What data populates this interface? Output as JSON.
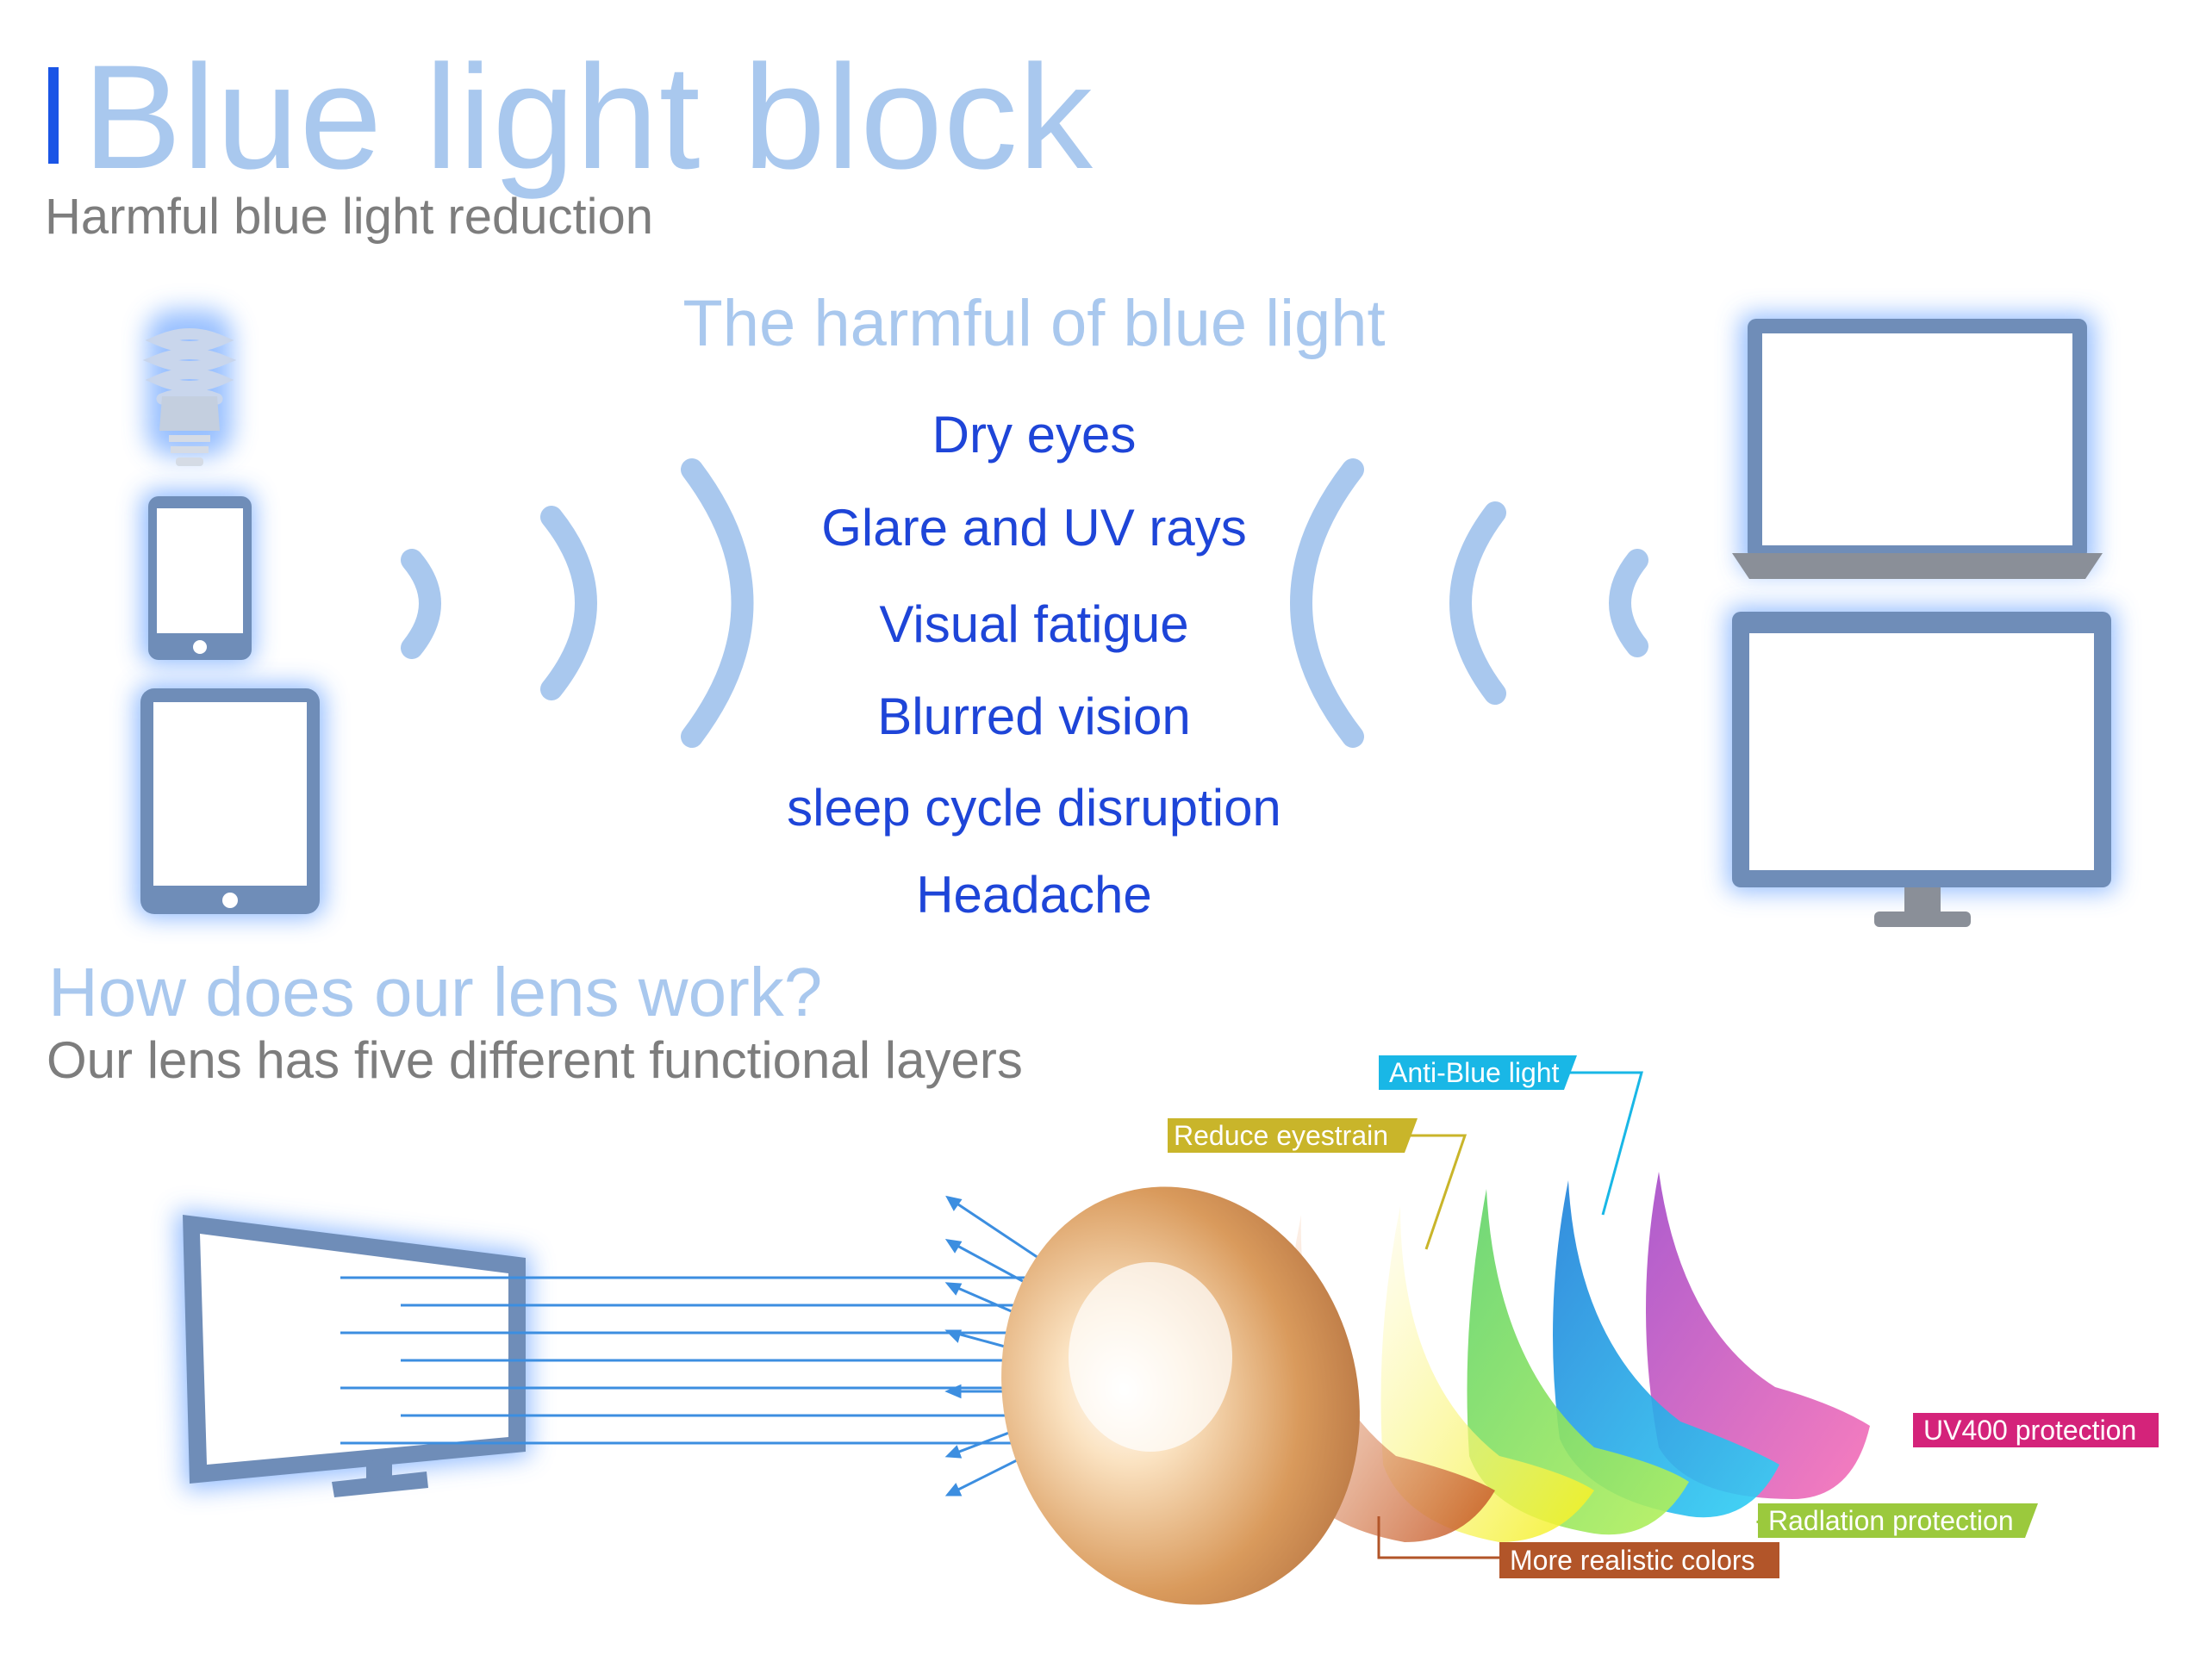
{
  "header": {
    "title": "Blue light block",
    "subtitle": "Harmful blue light reduction"
  },
  "harms": {
    "title": "The harmful of blue light",
    "items": [
      "Dry eyes",
      "Glare and UV rays",
      "Visual fatigue",
      "Blurred vision",
      "sleep cycle disruption",
      "Headache"
    ]
  },
  "lens": {
    "title": "How does our lens work?",
    "subtitle": "Our lens has five different functional layers",
    "labels": {
      "anti_blue": "Anti-Blue light",
      "reduce_eyestrain": "Reduce eyestrain",
      "uv400": "UV400 protection",
      "radiation": "Radlation protection",
      "realistic_colors": "More realistic colors"
    }
  },
  "colors": {
    "accent_bar": "#1a55e6",
    "light_blue_text": "#a9c8ee",
    "list_text": "#1e45d8",
    "gray_text": "#7d7d7d",
    "device_gray": "#6f8db8",
    "glow": "#7fb0ff",
    "label_anti_blue": "#19b7e6",
    "label_eyestrain": "#c9b52a",
    "label_uv400": "#d4237a",
    "label_radiation": "#9bc93d",
    "label_colors": "#b25529"
  },
  "icons": [
    "light-bulb-icon",
    "smartphone-icon",
    "tablet-icon",
    "laptop-icon",
    "desktop-monitor-icon",
    "signal-waves-icon",
    "lens-icon"
  ]
}
